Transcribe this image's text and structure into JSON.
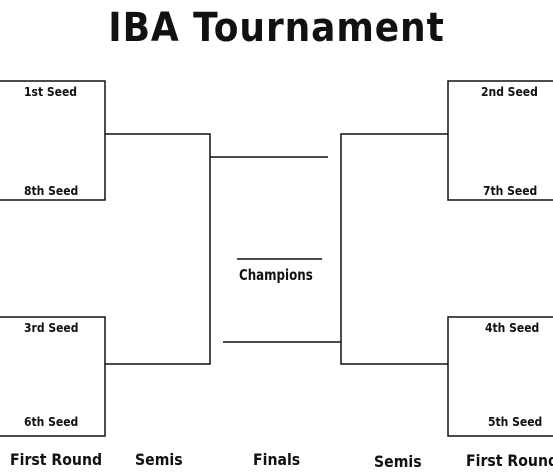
{
  "title": "IBA Tournament",
  "seeds": {
    "left_top_a": "1st Seed",
    "left_top_b": "8th Seed",
    "left_bottom_a": "3rd Seed",
    "left_bottom_b": "6th Seed",
    "right_top_a": "2nd Seed",
    "right_top_b": "7th Seed",
    "right_bottom_a": "4th Seed",
    "right_bottom_b": "5th Seed"
  },
  "center_label": "Champions",
  "rounds": {
    "left_first": "First Round",
    "left_semis": "Semis",
    "finals": "Finals",
    "right_semis": "Semis",
    "right_first": "First Round"
  },
  "colors": {
    "line": "#111111",
    "background": "#ffffff"
  }
}
